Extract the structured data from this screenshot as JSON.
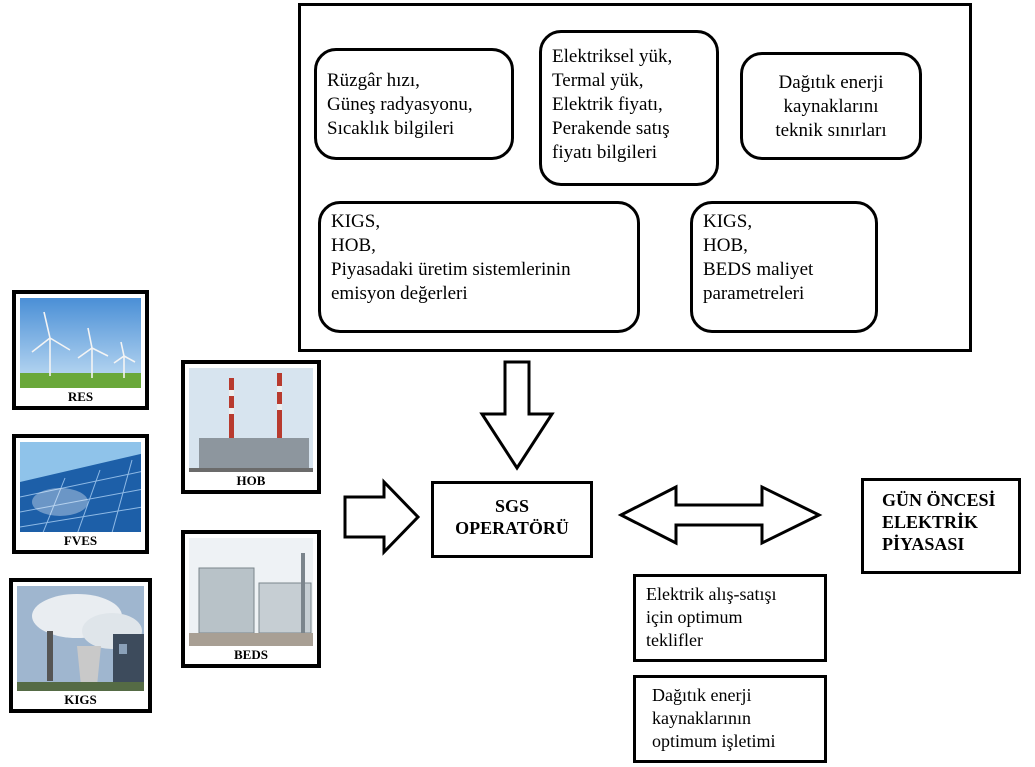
{
  "info_boxes": {
    "weather": "Rüzgâr hızı,\nGüneş radyasyonu,\nSıcaklık bilgileri",
    "loads": "Elektriksel yük,\nTermal yük,\nElektrik fiyatı,\nPerakende satış\nfiyatı bilgileri",
    "limits": "Dağıtık enerji\nkaynaklarını\nteknik sınırları",
    "emissions": "KIGS,\nHOB,\nPiyasadaki üretim sistemlerinin\nemisyon değerleri",
    "costs": "KIGS,\nHOB,\nBEDS maliyet\nparametreleri"
  },
  "sources": {
    "res": "RES",
    "fves": "FVES",
    "kigs": "KIGS",
    "hob": "HOB",
    "beds": "BEDS"
  },
  "operator": "SGS\nOPERATÖRÜ",
  "market": "GÜN ÖNCESİ\nELEKTRİK\nPİYASASI",
  "outputs": {
    "offers": "Elektrik alış-satışı\niçin optimum\nteklifler",
    "operation": "Dağıtık enerji\nkaynaklarının\noptimum işletimi"
  }
}
